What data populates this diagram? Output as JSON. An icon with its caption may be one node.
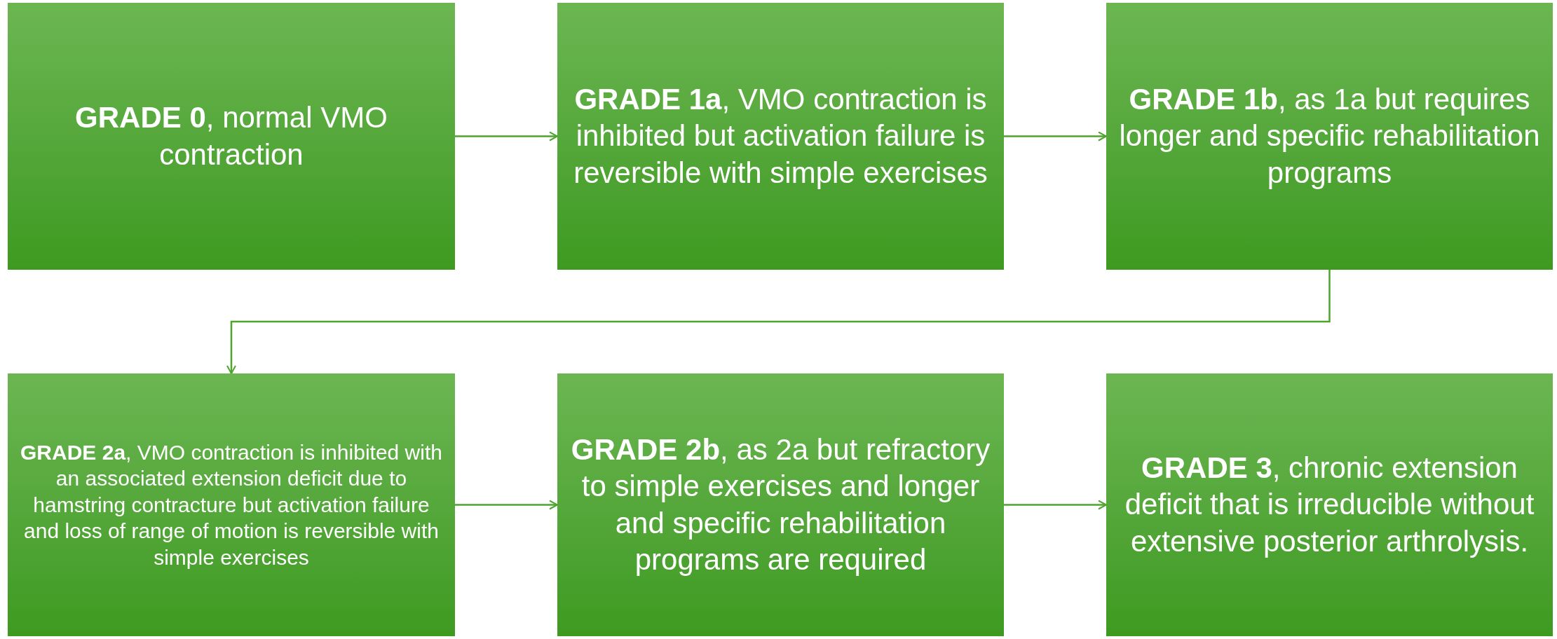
{
  "diagram": {
    "nodes": [
      {
        "text": [
          "**GRADE 0**, normal VMO contraction"
        ]
      },
      {
        "text": [
          "**GRADE 1a**, VMO contraction is inhibited but activation failure is reversible with simple exercises"
        ]
      },
      {
        "text": [
          "**GRADE 1b**, as 1a but requires longer and specific rehabilitation programs"
        ]
      },
      {
        "text": [
          "**GRADE 2a**, VMO contraction is inhibited with an associated extension deficit due to hamstring contracture but activation failure and loss of range of motion is reversible with simple exercises"
        ]
      },
      {
        "text": [
          "**GRADE 2b**, as 2a but refractory to simple exercises and longer and specific rehabilitation programs are required"
        ]
      },
      {
        "text": [
          "**GRADE 3**, chronic extension deficit that is irreducible without extensive posterior arthrolysis."
        ]
      }
    ],
    "edges": [
      {
        "from": 0,
        "to": 1,
        "arrow": "to"
      },
      {
        "from": 1,
        "to": 2,
        "arrow": "to"
      },
      {
        "from": 2,
        "to": 3,
        "arrow": "to"
      },
      {
        "from": 3,
        "to": 4,
        "arrow": "to"
      },
      {
        "from": 4,
        "to": 5,
        "arrow": "to"
      }
    ]
  }
}
